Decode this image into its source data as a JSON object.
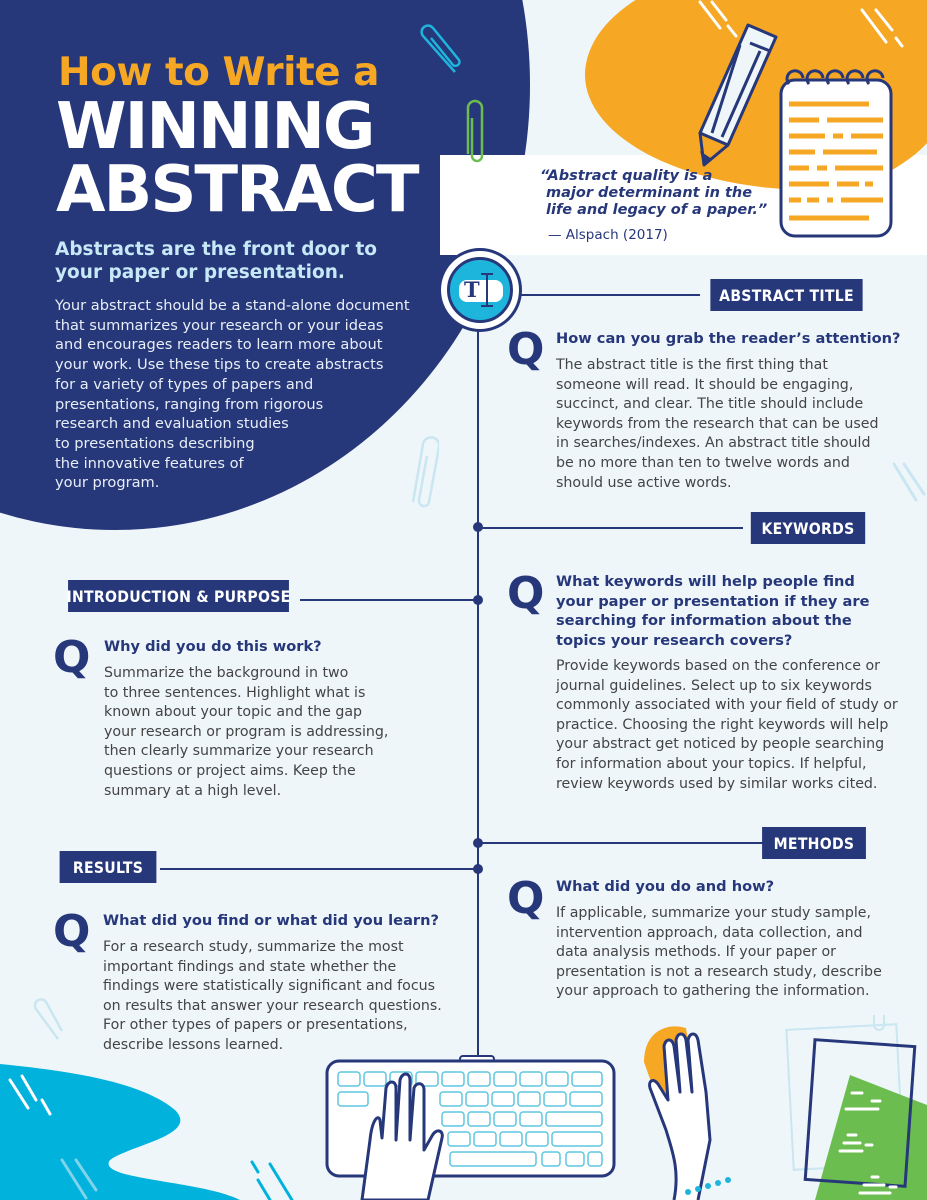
{
  "title": {
    "line1": "How to Write a",
    "line2": "WINNING",
    "line3": "ABSTRACT"
  },
  "intro": {
    "heading_lines": [
      "Abstracts are the front door to",
      "your paper or presentation."
    ],
    "body_lines": [
      "Your abstract should be a stand-alone document",
      "that summarizes your research or your ideas",
      "and encourages readers to learn more about",
      "your work. Use these tips to create abstracts",
      "for a variety of types of papers and",
      "presentations, ranging from rigorous",
      "research and evaluation studies",
      "to presentations describing",
      "the innovative features of",
      "your program."
    ]
  },
  "quote": {
    "lines": [
      "“Abstract quality is a",
      "major determinant in the",
      "life and legacy of a paper.”"
    ],
    "attribution": "— Alspach (2017)"
  },
  "icons": {
    "title_icon_letter": "T"
  },
  "sections": {
    "abstract_title": {
      "tag": "ABSTRACT TITLE",
      "q": "Q",
      "question_lines": [
        "How can you grab the reader’s attention?"
      ],
      "answer_lines": [
        "The abstract title is the first thing that",
        "someone will read. It should be engaging,",
        "succinct, and clear. The title should include",
        "keywords from the research that can be used",
        "in searches/indexes. An abstract title should",
        "be no more than ten to twelve words and",
        "should use active words."
      ]
    },
    "keywords": {
      "tag": "KEYWORDS",
      "q": "Q",
      "question_lines": [
        "What keywords will help people find",
        "your paper or presentation if they are",
        "searching for information about the",
        "topics your research covers?"
      ],
      "answer_lines": [
        "Provide keywords based on the conference or",
        "journal guidelines. Select up to six keywords",
        "commonly associated with your field of study or",
        "practice. Choosing the right keywords will help",
        "your abstract get noticed by people searching",
        "for information about your topics. If helpful,",
        "review keywords used by similar works cited."
      ]
    },
    "introduction": {
      "tag": "INTRODUCTION & PURPOSE",
      "q": "Q",
      "question_lines": [
        "Why did you do this work?"
      ],
      "answer_lines": [
        "Summarize the background in two",
        "to three sentences. Highlight what is",
        "known about your topic and the gap",
        "your research or program is addressing,",
        "then clearly summarize your research",
        "questions or project aims. Keep the",
        "summary at a high level."
      ]
    },
    "methods": {
      "tag": "METHODS",
      "q": "Q",
      "question_lines": [
        "What did you do and how?"
      ],
      "answer_lines": [
        "If applicable, summarize your study sample,",
        "intervention approach, data collection, and",
        "data analysis methods. If your paper or",
        "presentation is not a research study, describe",
        "your approach to gathering the information."
      ]
    },
    "results": {
      "tag": "RESULTS",
      "q": "Q",
      "question_lines": [
        "What did you find or what did you learn?"
      ],
      "answer_lines": [
        "For a research study, summarize the most",
        "important findings and state whether the",
        "findings were statistically significant and focus",
        "on results that answer your research questions.",
        "For other types of papers or presentations,",
        "describe lessons learned."
      ]
    }
  },
  "colors": {
    "navy": "#26377a",
    "orange": "#f6a723",
    "cyan": "#1eb5dc",
    "green": "#6cbd4f",
    "background": "#eef6fa"
  }
}
